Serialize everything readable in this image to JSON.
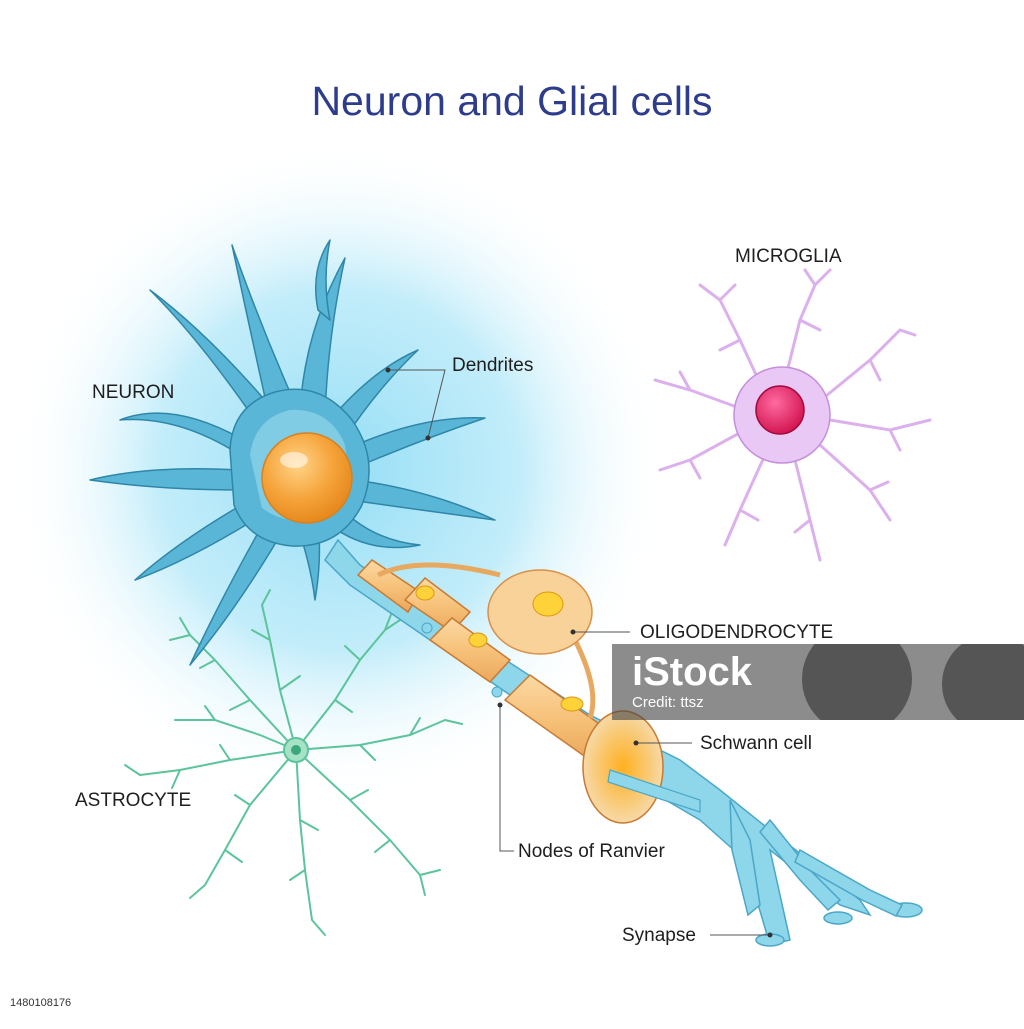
{
  "title": "Neuron and Glial cells",
  "labels": {
    "neuron": "NEURON",
    "dendrites": "Dendrites",
    "microglia": "MICROGLIA",
    "oligodendrocyte": "OLIGODENDROCYTE",
    "schwann": "Schwann cell",
    "astrocyte": "ASTROCYTE",
    "nodes": "Nodes of Ranvier",
    "synapse": "Synapse"
  },
  "watermark": {
    "logo": "iStock",
    "credit": "Credit: ttsz"
  },
  "stock_id": "1480108176",
  "colors": {
    "title": "#2e3c8c",
    "neuron": "#5ab6d6",
    "neuron_outline": "#2f86a8",
    "nucleus": "#f5a33a",
    "myelin": "#f7c27a",
    "axon": "#8ed6ea",
    "astrocyte": "#5cc49a",
    "microglia": "#dcb0ec",
    "microglia_nucleus": "#e0185a",
    "glow": "#8fdcf5"
  }
}
